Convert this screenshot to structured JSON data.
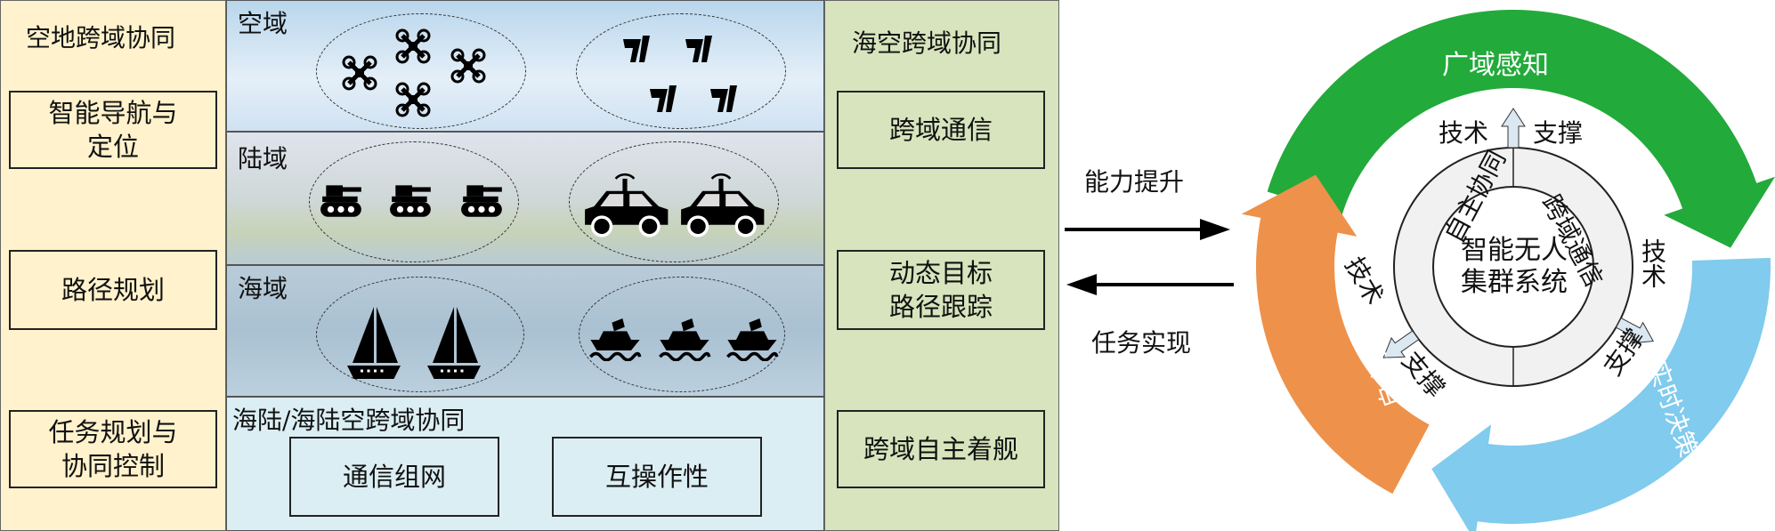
{
  "left_panel": {
    "title": "空地跨域协同",
    "boxes": [
      {
        "label": "智能导航与\n定位"
      },
      {
        "label": "路径规划"
      },
      {
        "label": "任务规划与\n协同控制"
      }
    ]
  },
  "middle_panel": {
    "air": {
      "label": "空域",
      "groups": [
        "drone-icon",
        "airplane-icon"
      ]
    },
    "land": {
      "label": "陆域",
      "groups": [
        "tank-icon",
        "autonomous-car-icon"
      ]
    },
    "sea": {
      "label": "海域",
      "groups": [
        "sailboat-icon",
        "ship-icon"
      ]
    },
    "bottom": {
      "title": "海陆/海陆空跨域协同",
      "boxes": [
        {
          "label": "通信组网"
        },
        {
          "label": "互操作性"
        }
      ]
    }
  },
  "right_panel": {
    "title": "海空跨域协同",
    "boxes": [
      {
        "label": "跨域通信"
      },
      {
        "label": "动态目标\n路径跟踪"
      },
      {
        "label": "跨域自主着舰"
      }
    ]
  },
  "arrows": {
    "forward": "能力提升",
    "backward": "任务实现"
  },
  "cycle": {
    "center": "智能无人\n集群系统",
    "inner_segments": [
      "自主协同",
      "跨域通信"
    ],
    "support": [
      "技术",
      "支撑"
    ],
    "stages": [
      {
        "label": "广域感知",
        "color": "#22aa3a"
      },
      {
        "label": "实时决策",
        "color": "#80cbee"
      },
      {
        "label": "自主控制",
        "color": "#ee914a"
      }
    ]
  }
}
